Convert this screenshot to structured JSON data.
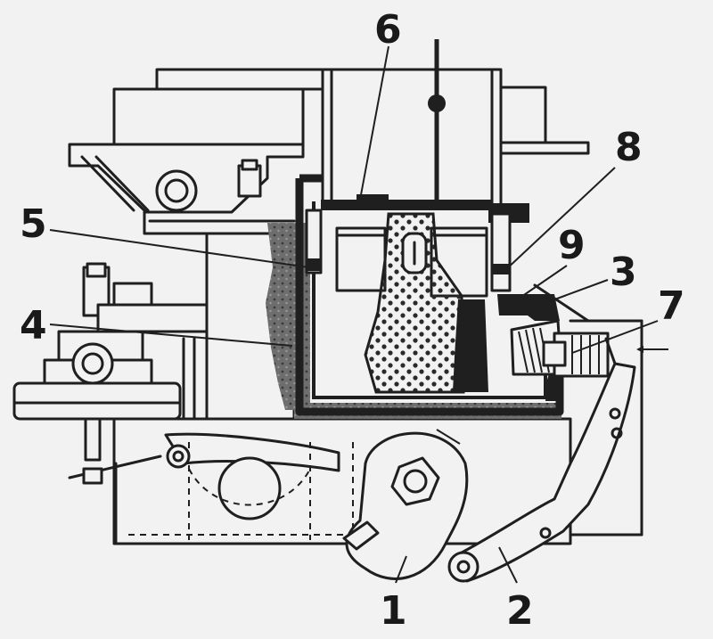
{
  "diagram": {
    "callouts": [
      {
        "id": "1",
        "label": "1"
      },
      {
        "id": "2",
        "label": "2"
      },
      {
        "id": "3",
        "label": "3"
      },
      {
        "id": "4",
        "label": "4"
      },
      {
        "id": "5",
        "label": "5"
      },
      {
        "id": "6",
        "label": "6"
      },
      {
        "id": "7",
        "label": "7"
      },
      {
        "id": "8",
        "label": "8"
      },
      {
        "id": "9",
        "label": "9"
      }
    ]
  },
  "colors": {
    "ink": "#1f1f1f",
    "paper": "#f2f2f2",
    "fuel_shading": "#6e6e6e",
    "dots": "#2a2a2a"
  }
}
